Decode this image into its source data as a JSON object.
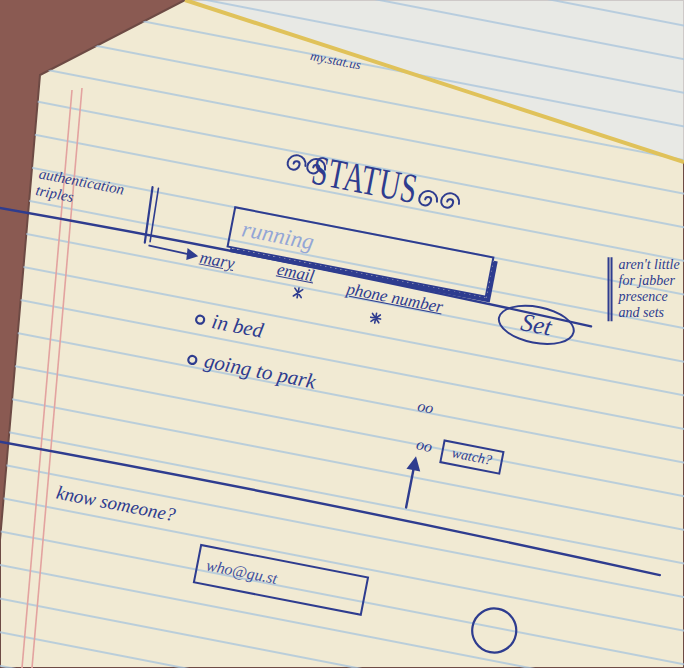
{
  "diagram": {
    "title": "STATUS",
    "nodes": [
      {
        "text": [
          "running"
        ]
      },
      {
        "text": [
          "Set"
        ]
      },
      {
        "text": [
          "watch?"
        ]
      },
      {
        "text": [
          "who@gu.st"
        ]
      }
    ],
    "labels": [
      "my.stat.us",
      "authentication triples",
      "mary",
      "email",
      "phone number",
      "in bed",
      "going to park",
      "oo",
      "oo",
      "aren't little for jabber presence and sets",
      "know someone?"
    ]
  }
}
